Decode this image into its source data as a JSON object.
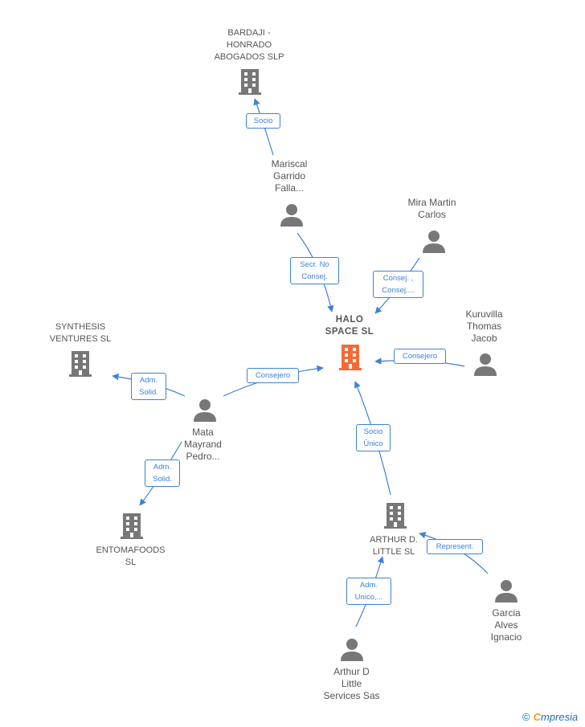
{
  "colors": {
    "edge": "#3d82d6",
    "icon": "#777777",
    "focus": "#f26b36"
  },
  "nodes": {
    "halo": {
      "label": "HALO\nSPACE  SL",
      "type": "company",
      "icon": "building-icon"
    },
    "bardaji": {
      "label": "BARDAJI -\nHONRADO\nABOGADOS  SLP",
      "type": "company",
      "icon": "building-icon"
    },
    "mariscal": {
      "label": "Mariscal\nGarrido\nFalla...",
      "type": "person",
      "icon": "person-icon"
    },
    "mira": {
      "label": "Mira Martin\nCarlos",
      "type": "person",
      "icon": "person-icon"
    },
    "kuruvilla": {
      "label": "Kuruvilla\nThomas\nJacob",
      "type": "person",
      "icon": "person-icon"
    },
    "synthesis": {
      "label": "SYNTHESIS\nVENTURES  SL",
      "type": "company",
      "icon": "building-icon"
    },
    "mata": {
      "label": "Mata\nMayrand\nPedro...",
      "type": "person",
      "icon": "person-icon"
    },
    "entomafoods": {
      "label": "ENTOMAFOODS\nSL",
      "type": "company",
      "icon": "building-icon"
    },
    "arthur_sl": {
      "label": "ARTHUR D.\nLITTLE SL",
      "type": "company",
      "icon": "building-icon"
    },
    "garcia": {
      "label": "Garcia\nAlves\nIgnacio",
      "type": "person",
      "icon": "person-icon"
    },
    "arthur_sas": {
      "label": "Arthur D\nLittle\nServices Sas",
      "type": "person",
      "icon": "person-icon"
    }
  },
  "edges": {
    "socio": "Socio",
    "secr": "Secr.  No\nConsej.",
    "consej_mira": "Consej. ,\nConsej....",
    "consejero_kuru": "Consejero",
    "consejero_mata": "Consejero",
    "adm_synth": "Adm.\nSolid.",
    "adm_ento": "Adm.\nSolid.",
    "socio_unico": "Socio\nÚnico",
    "represent": "Represent.",
    "adm_unico": "Adm.\nUnico,..."
  },
  "brand": {
    "symbol": "©",
    "initial": "C",
    "rest": "mpresia"
  }
}
